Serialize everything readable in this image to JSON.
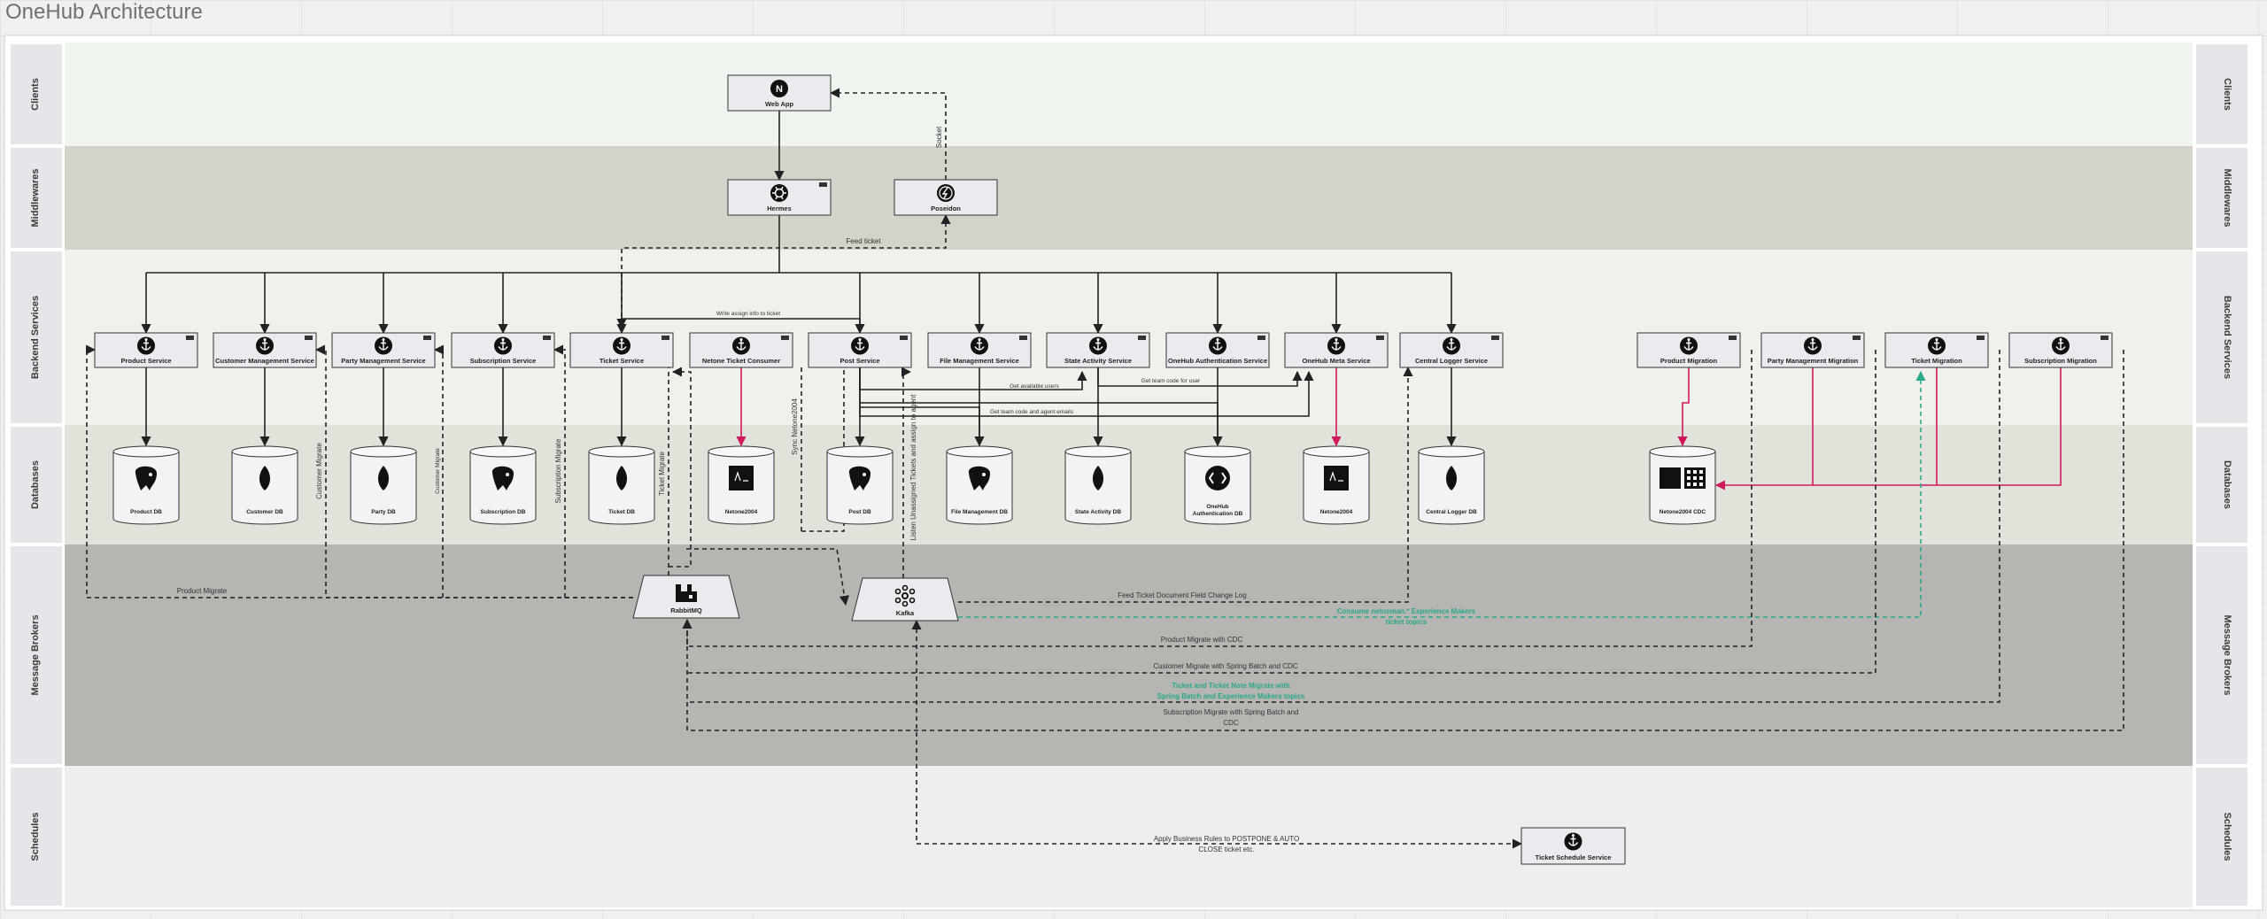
{
  "title": "OneHub Architecture",
  "colors": {
    "lane_clients": "#eef4ee",
    "lane_middlewares": "#d3d3c9",
    "lane_backend": "#eff1ea",
    "lane_databases": "#e1e2da",
    "lane_brokers": "#b5b5b1",
    "lane_schedules": "#eeeeee",
    "node_fill": "#e9ebef",
    "edge": "#222222",
    "edge_pink": "#d0185c",
    "edge_green": "#2aa88a"
  },
  "lanes": [
    "Clients",
    "Middlewares",
    "Backend Services",
    "Databases",
    "Message Brokers",
    "Schedules"
  ],
  "middleware_nodes": [
    {
      "name": "Web App",
      "icon": "nextjs-icon"
    },
    {
      "name": "Hermes",
      "icon": "helm-icon"
    },
    {
      "name": "Poseidon",
      "icon": "socketio-icon"
    }
  ],
  "services": [
    "Product Service",
    "Customer Management Service",
    "Party Management Service",
    "Subscription Service",
    "Ticket Service",
    "Netone Ticket Consumer",
    "Post Service",
    "File Management Service",
    "State Activity Service",
    "OneHub Authentication Service",
    "OneHub Meta Service",
    "Central Logger Service"
  ],
  "migrations": [
    "Product Migration",
    "Party Management Migration",
    "Ticket Migration",
    "Subscription Migration"
  ],
  "schedule_service": "Ticket Schedule Service",
  "databases": [
    {
      "name": "Product DB",
      "icon": "postgres-icon"
    },
    {
      "name": "Customer DB",
      "icon": "mongodb-icon"
    },
    {
      "name": "Party DB",
      "icon": "mongodb-icon"
    },
    {
      "name": "Subscription DB",
      "icon": "postgres-icon"
    },
    {
      "name": "Ticket DB",
      "icon": "mongodb-icon"
    },
    {
      "name": "Netone2004",
      "icon": "oracle-icon"
    },
    {
      "name": "Post DB",
      "icon": "postgres-icon"
    },
    {
      "name": "File Management DB",
      "icon": "postgres-icon"
    },
    {
      "name": "State Activity DB",
      "icon": "mongodb-icon"
    },
    {
      "name": "OneHub Authentication DB",
      "icon": "keycloak-icon"
    },
    {
      "name": "Netone2004",
      "icon": "oracle-icon"
    },
    {
      "name": "Central Logger DB",
      "icon": "mongodb-icon"
    },
    {
      "name": "Netone2004 CDC",
      "icon": "oracle-cdc-icon"
    }
  ],
  "brokers": [
    {
      "name": "RabbitMQ",
      "icon": "rabbitmq-icon"
    },
    {
      "name": "Kafka",
      "icon": "kafka-icon"
    }
  ],
  "edge_labels": {
    "socket": "Socket",
    "feed_ticket": "Feed ticket",
    "write_assign": "Write assign info to ticket",
    "get_available_users": "Get available users",
    "get_team_code": "Get team code for user",
    "get_team_code_emails": "Get team code and agent emails",
    "customer_migrate_1": "Customer Migrate",
    "customer_migrate_2": "Customer Migrate",
    "subscription_migrate": "Subscription Migrate",
    "ticket_migrate": "Ticket Migrate",
    "sync_netone": "Sync Netone2004",
    "listen_unassigned": "Listen Unassigned Tickets and assign to agent",
    "product_migrate": "Product Migrate",
    "feed_ticket_doc": "Feed Ticket Document Field Change Log",
    "consume_1": "Consume netusman.* Experience Makers",
    "consume_2": "ticket topics",
    "product_cdc": "Product Migrate with CDC",
    "customer_cdc": "Customer Migrate with Spring Batch and CDC",
    "ticket_note_1": "Ticket and Ticket Note Migrate with",
    "ticket_note_2": "Spring Batch and Experience Makers topics",
    "subscription_cdc_1": "Subscription Migrate with Spring Batch and",
    "subscription_cdc_2": "CDC",
    "business_rules_1": "Apply Business Rules to POSTPONE & AUTO",
    "business_rules_2": "CLOSE ticket etc."
  }
}
